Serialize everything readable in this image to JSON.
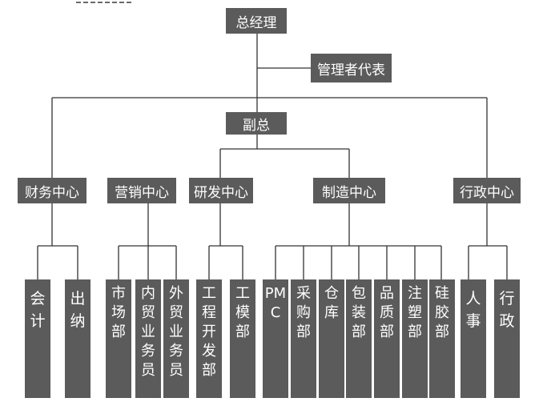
{
  "org_chart": {
    "top": "总经理",
    "rep": "管理者代表",
    "vice": "副总",
    "centers": {
      "finance": {
        "label": "财务中心",
        "units": [
          "会计",
          "出纳"
        ]
      },
      "marketing": {
        "label": "营销中心",
        "units": [
          "市场部",
          "内贸业务员",
          "外贸业务员"
        ]
      },
      "rnd": {
        "label": "研发中心",
        "units": [
          "工程开发部",
          "工模部"
        ]
      },
      "manufacturing": {
        "label": "制造中心",
        "units": [
          "PMC",
          "采购部",
          "仓库",
          "包装部",
          "品质部",
          "注塑部",
          "硅胶部"
        ]
      },
      "admin": {
        "label": "行政中心",
        "units": [
          "人事",
          "行政"
        ]
      }
    }
  }
}
